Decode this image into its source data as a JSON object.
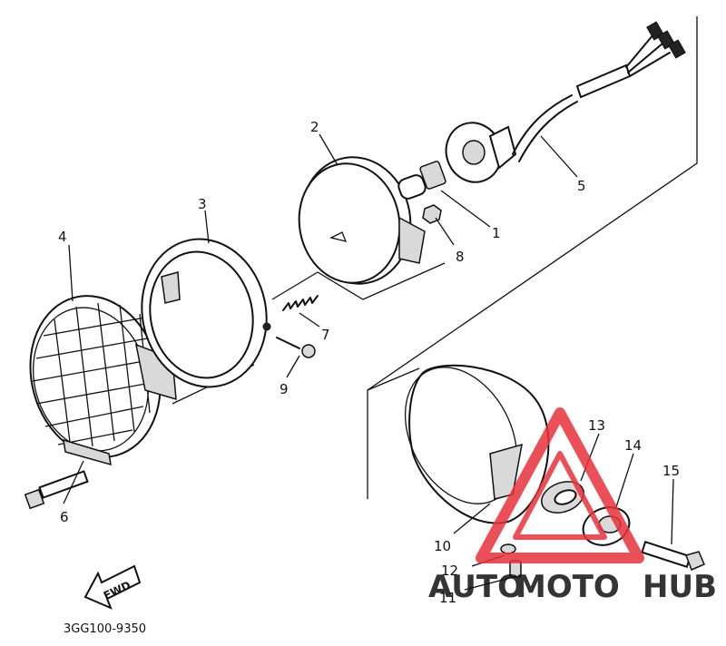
{
  "diagram": {
    "part_code": "3GG100-9350",
    "fwd_label": "FWD",
    "callouts": [
      {
        "id": "c1",
        "text": "1"
      },
      {
        "id": "c2",
        "text": "2"
      },
      {
        "id": "c3",
        "text": "3"
      },
      {
        "id": "c4",
        "text": "4"
      },
      {
        "id": "c5",
        "text": "5"
      },
      {
        "id": "c6",
        "text": "6"
      },
      {
        "id": "c7",
        "text": "7"
      },
      {
        "id": "c8",
        "text": "8"
      },
      {
        "id": "c9",
        "text": "9"
      },
      {
        "id": "c10",
        "text": "10"
      },
      {
        "id": "c11",
        "text": "11"
      },
      {
        "id": "c12",
        "text": "12"
      },
      {
        "id": "c13",
        "text": "13"
      },
      {
        "id": "c14",
        "text": "14"
      },
      {
        "id": "c15",
        "text": "15"
      }
    ]
  },
  "watermark": {
    "word_a": "AUTO",
    "word_b": "MOTO",
    "word_c": "HUB",
    "color_auto": "#f0a060",
    "color_moto": "#e8323c",
    "color_hub": "#444444"
  }
}
